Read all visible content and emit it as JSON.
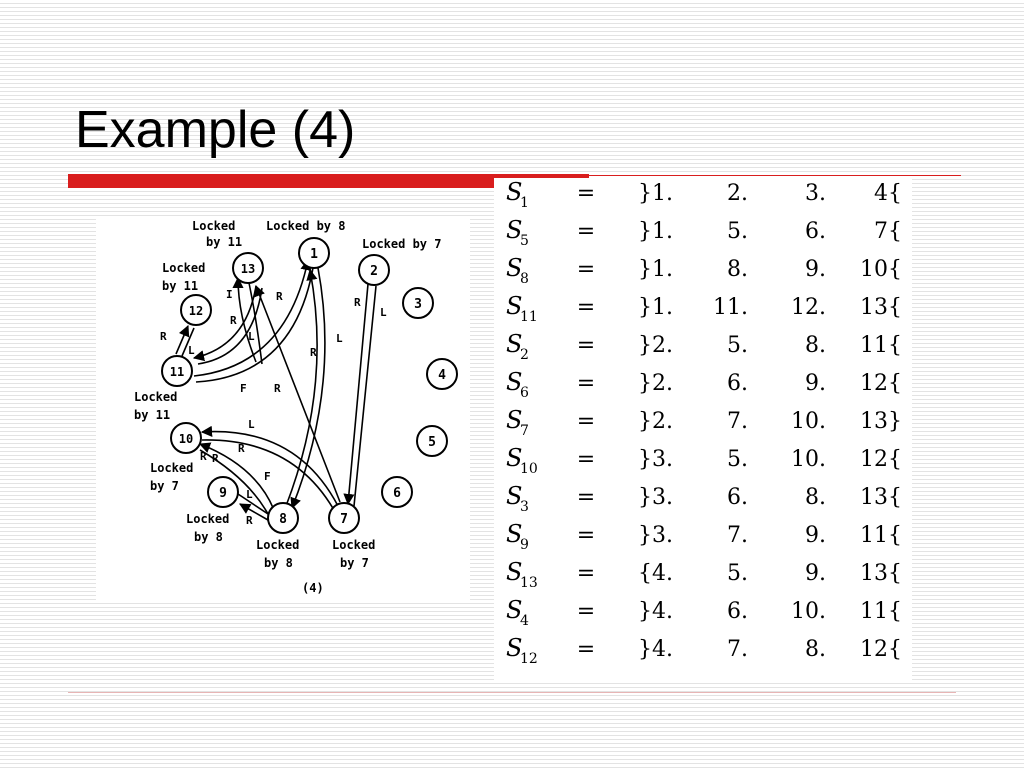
{
  "slide": {
    "title": "Example (4)"
  },
  "diagram": {
    "caption": "(4)",
    "nodes": [
      "1",
      "2",
      "3",
      "4",
      "5",
      "6",
      "7",
      "8",
      "9",
      "10",
      "11",
      "12",
      "13"
    ],
    "labels": {
      "locked_by_11_top_a": "Locked",
      "locked_by_11_top_b": "by 11",
      "locked_by_8_top": "Locked by 8",
      "locked_by_7_top": "Locked by 7",
      "locked_by_11_mid_a": "Locked",
      "locked_by_11_mid_b": "by 11",
      "locked_by_11_low_a": "Locked",
      "locked_by_11_low_b": "by 11",
      "locked_by_7_left_a": "Locked",
      "locked_by_7_left_b": "by 7",
      "locked_by_8_left_a": "Locked",
      "locked_by_8_left_b": "by 8",
      "locked_by_8_bottom_a": "Locked",
      "locked_by_8_bottom_b": "by 8",
      "locked_by_7_bottom_a": "Locked",
      "locked_by_7_bottom_b": "by 7"
    },
    "edge_labels": [
      "I",
      "R",
      "R",
      "L",
      "R",
      "R",
      "L",
      "R",
      "L",
      "R",
      "L",
      "F",
      "R",
      "L",
      "R",
      "R",
      "F",
      "L",
      "R"
    ]
  },
  "sets_table": {
    "rows": [
      {
        "sym": "S",
        "sub": "1",
        "eq": "=",
        "c1": "}1.",
        "c2": "2.",
        "c3": "3.",
        "c4": "4{"
      },
      {
        "sym": "S",
        "sub": "5",
        "eq": "=",
        "c1": "}1.",
        "c2": "5.",
        "c3": "6.",
        "c4": "7{"
      },
      {
        "sym": "S",
        "sub": "8",
        "eq": "=",
        "c1": "}1.",
        "c2": "8.",
        "c3": "9.",
        "c4": "10{"
      },
      {
        "sym": "S",
        "sub": "11",
        "eq": "=",
        "c1": "}1.",
        "c2": "11.",
        "c3": "12.",
        "c4": "13{"
      },
      {
        "sym": "S",
        "sub": "2",
        "eq": "=",
        "c1": "}2.",
        "c2": "5.",
        "c3": "8.",
        "c4": "11{"
      },
      {
        "sym": "S",
        "sub": "6",
        "eq": "=",
        "c1": "}2.",
        "c2": "6.",
        "c3": "9.",
        "c4": "12{"
      },
      {
        "sym": "S",
        "sub": "7",
        "eq": "=",
        "c1": "}2.",
        "c2": "7.",
        "c3": "10.",
        "c4": "13}"
      },
      {
        "sym": "S",
        "sub": "10",
        "eq": "=",
        "c1": "}3.",
        "c2": "5.",
        "c3": "10.",
        "c4": "12{"
      },
      {
        "sym": "S",
        "sub": "3",
        "eq": "=",
        "c1": "}3.",
        "c2": "6.",
        "c3": "8.",
        "c4": "13{"
      },
      {
        "sym": "S",
        "sub": "9",
        "eq": "=",
        "c1": "}3.",
        "c2": "7.",
        "c3": "9.",
        "c4": "11{"
      },
      {
        "sym": "S",
        "sub": "13",
        "eq": "=",
        "c1": "{4.",
        "c2": "5.",
        "c3": "9.",
        "c4": "13{"
      },
      {
        "sym": "S",
        "sub": "4",
        "eq": "=",
        "c1": "}4.",
        "c2": "6.",
        "c3": "10.",
        "c4": "11{"
      },
      {
        "sym": "S",
        "sub": "12",
        "eq": "=",
        "c1": "}4.",
        "c2": "7.",
        "c3": "8.",
        "c4": "12{"
      }
    ]
  },
  "colors": {
    "accent_red": "#d91e1e",
    "ink": "#000000"
  }
}
